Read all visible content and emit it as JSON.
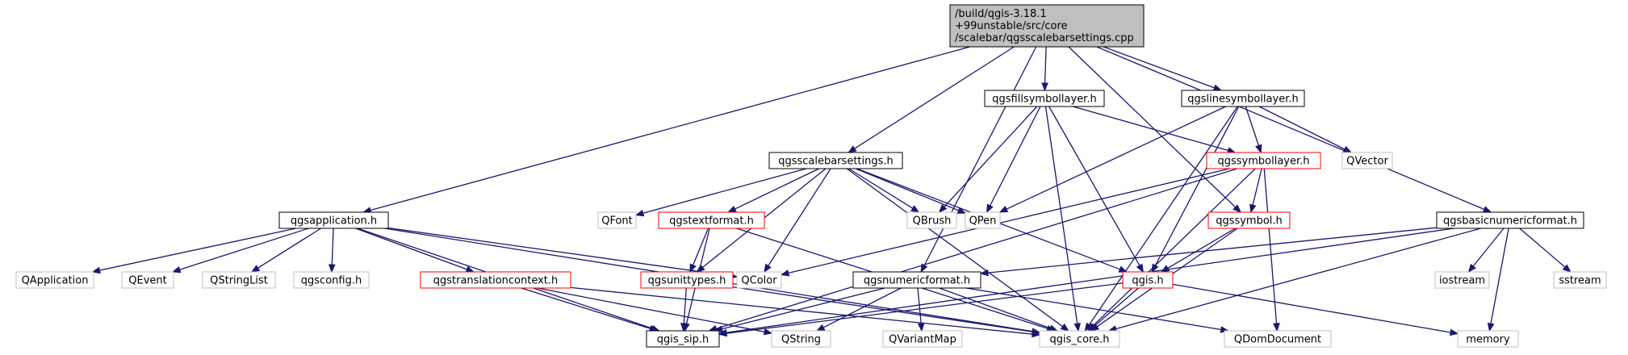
{
  "graph": {
    "colors": {
      "edge": "#191970",
      "border_default": "#000000",
      "border_missing": "#bfbfbf",
      "border_truncated": "#ff0000",
      "fill_root": "#bfbfbf",
      "fill_default": "#ffffff",
      "text": "#000000",
      "text_missing": "#777777"
    },
    "nodes": [
      {
        "id": "root",
        "label": "/build/qgis-3.18.1\n+99unstable/src/core\n/scalebar/qgsscalebarsettings.cpp",
        "style": "root"
      },
      {
        "id": "qgsfillsymbollayer",
        "label": "qgsfillsymbollayer.h",
        "style": "normal"
      },
      {
        "id": "qgslinesymbollayer",
        "label": "qgslinesymbollayer.h",
        "style": "normal"
      },
      {
        "id": "qgsscalebarsettings",
        "label": "qgsscalebarsettings.h",
        "style": "normal"
      },
      {
        "id": "qgssymbollayer",
        "label": "qgssymbollayer.h",
        "style": "truncated"
      },
      {
        "id": "qvector",
        "label": "QVector",
        "style": "missing"
      },
      {
        "id": "qgsapplication",
        "label": "qgsapplication.h",
        "style": "normal"
      },
      {
        "id": "qfont",
        "label": "QFont",
        "style": "missing"
      },
      {
        "id": "qgstextformat",
        "label": "qgstextformat.h",
        "style": "truncated"
      },
      {
        "id": "qbrush",
        "label": "QBrush",
        "style": "missing"
      },
      {
        "id": "qpen",
        "label": "QPen",
        "style": "missing"
      },
      {
        "id": "qgssymbol",
        "label": "qgssymbol.h",
        "style": "truncated"
      },
      {
        "id": "qgsbasicnumericformat",
        "label": "qgsbasicnumericformat.h",
        "style": "normal"
      },
      {
        "id": "qapplication",
        "label": "QApplication",
        "style": "missing"
      },
      {
        "id": "qevent",
        "label": "QEvent",
        "style": "missing"
      },
      {
        "id": "qstringlist",
        "label": "QStringList",
        "style": "missing"
      },
      {
        "id": "qgsconfig",
        "label": "qgsconfig.h",
        "style": "missing"
      },
      {
        "id": "qgstranslationcontext",
        "label": "qgstranslationcontext.h",
        "style": "truncated"
      },
      {
        "id": "qgsunittypes",
        "label": "qgsunittypes.h",
        "style": "truncated"
      },
      {
        "id": "qcolor",
        "label": "QColor",
        "style": "missing"
      },
      {
        "id": "qgsnumericformat",
        "label": "qgsnumericformat.h",
        "style": "normal"
      },
      {
        "id": "qgis",
        "label": "qgis.h",
        "style": "truncated"
      },
      {
        "id": "iostream",
        "label": "iostream",
        "style": "missing"
      },
      {
        "id": "sstream",
        "label": "sstream",
        "style": "missing"
      },
      {
        "id": "qgis_sip",
        "label": "qgis_sip.h",
        "style": "normal"
      },
      {
        "id": "qstring",
        "label": "QString",
        "style": "missing"
      },
      {
        "id": "qvariantmap",
        "label": "QVariantMap",
        "style": "missing"
      },
      {
        "id": "qgis_core",
        "label": "qgis_core.h",
        "style": "missing"
      },
      {
        "id": "qdomdocument",
        "label": "QDomDocument",
        "style": "missing"
      },
      {
        "id": "memory",
        "label": "memory",
        "style": "missing"
      }
    ],
    "edges": [
      {
        "from": "root",
        "to": "qgsfillsymbollayer"
      },
      {
        "from": "root",
        "to": "qgslinesymbollayer"
      },
      {
        "from": "root",
        "to": "qgsscalebarsettings"
      },
      {
        "from": "root",
        "to": "qgsapplication"
      },
      {
        "from": "root",
        "to": "qgssymbol"
      },
      {
        "from": "root",
        "to": "qgsbasicnumericformat"
      },
      {
        "from": "root",
        "to": "qgsnumericformat"
      },
      {
        "from": "qgsfillsymbollayer",
        "to": "qgssymbollayer"
      },
      {
        "from": "qgsfillsymbollayer",
        "to": "qbrush"
      },
      {
        "from": "qgsfillsymbollayer",
        "to": "qpen"
      },
      {
        "from": "qgsfillsymbollayer",
        "to": "qgis"
      },
      {
        "from": "qgsfillsymbollayer",
        "to": "qgis_core"
      },
      {
        "from": "qgslinesymbollayer",
        "to": "qgssymbollayer"
      },
      {
        "from": "qgslinesymbollayer",
        "to": "qvector"
      },
      {
        "from": "qgslinesymbollayer",
        "to": "qpen"
      },
      {
        "from": "qgslinesymbollayer",
        "to": "qgis"
      },
      {
        "from": "qgslinesymbollayer",
        "to": "qgis_core"
      },
      {
        "from": "qgssymbollayer",
        "to": "qgssymbol"
      },
      {
        "from": "qgssymbollayer",
        "to": "qcolor"
      },
      {
        "from": "qgssymbollayer",
        "to": "qgis_core"
      },
      {
        "from": "qgssymbollayer",
        "to": "qdomdocument"
      },
      {
        "from": "qgssymbollayer",
        "to": "qgis_sip"
      },
      {
        "from": "qgsscalebarsettings",
        "to": "qfont"
      },
      {
        "from": "qgsscalebarsettings",
        "to": "qgstextformat"
      },
      {
        "from": "qgsscalebarsettings",
        "to": "qbrush"
      },
      {
        "from": "qgsscalebarsettings",
        "to": "qpen"
      },
      {
        "from": "qgsscalebarsettings",
        "to": "qcolor"
      },
      {
        "from": "qgsscalebarsettings",
        "to": "qgis"
      },
      {
        "from": "qgsscalebarsettings",
        "to": "qgis_core"
      },
      {
        "from": "qgsscalebarsettings",
        "to": "qgsunittypes"
      },
      {
        "from": "qgstextformat",
        "to": "qgsunittypes"
      },
      {
        "from": "qgstextformat",
        "to": "qgis_sip"
      },
      {
        "from": "qgstextformat",
        "to": "qgis_core"
      },
      {
        "from": "qgssymbol",
        "to": "qgis"
      },
      {
        "from": "qgssymbol",
        "to": "qgis_core"
      },
      {
        "from": "qgsapplication",
        "to": "qapplication"
      },
      {
        "from": "qgsapplication",
        "to": "qevent"
      },
      {
        "from": "qgsapplication",
        "to": "qstringlist"
      },
      {
        "from": "qgsapplication",
        "to": "qgsconfig"
      },
      {
        "from": "qgsapplication",
        "to": "qgstranslationcontext"
      },
      {
        "from": "qgsapplication",
        "to": "qcolor"
      },
      {
        "from": "qgsapplication",
        "to": "qgis_core"
      },
      {
        "from": "qgsapplication",
        "to": "qgis_sip"
      },
      {
        "from": "qgstranslationcontext",
        "to": "qgis_sip"
      },
      {
        "from": "qgstranslationcontext",
        "to": "qstring"
      },
      {
        "from": "qgstranslationcontext",
        "to": "qgis_core"
      },
      {
        "from": "qgsunittypes",
        "to": "qgis_sip"
      },
      {
        "from": "qgsunittypes",
        "to": "qgis_core"
      },
      {
        "from": "qgsbasicnumericformat",
        "to": "qgsnumericformat"
      },
      {
        "from": "qgsbasicnumericformat",
        "to": "iostream"
      },
      {
        "from": "qgsbasicnumericformat",
        "to": "sstream"
      },
      {
        "from": "qgsbasicnumericformat",
        "to": "memory"
      },
      {
        "from": "qgsbasicnumericformat",
        "to": "qgis_core"
      },
      {
        "from": "qgsbasicnumericformat",
        "to": "qgis_sip"
      },
      {
        "from": "qgsnumericformat",
        "to": "qgis_sip"
      },
      {
        "from": "qgsnumericformat",
        "to": "qstring"
      },
      {
        "from": "qgsnumericformat",
        "to": "qvariantmap"
      },
      {
        "from": "qgsnumericformat",
        "to": "qgis_core"
      },
      {
        "from": "qgsnumericformat",
        "to": "qdomdocument"
      },
      {
        "from": "qgis",
        "to": "qgis_sip"
      },
      {
        "from": "qgis",
        "to": "qgis_core"
      },
      {
        "from": "qgis",
        "to": "memory"
      }
    ]
  }
}
